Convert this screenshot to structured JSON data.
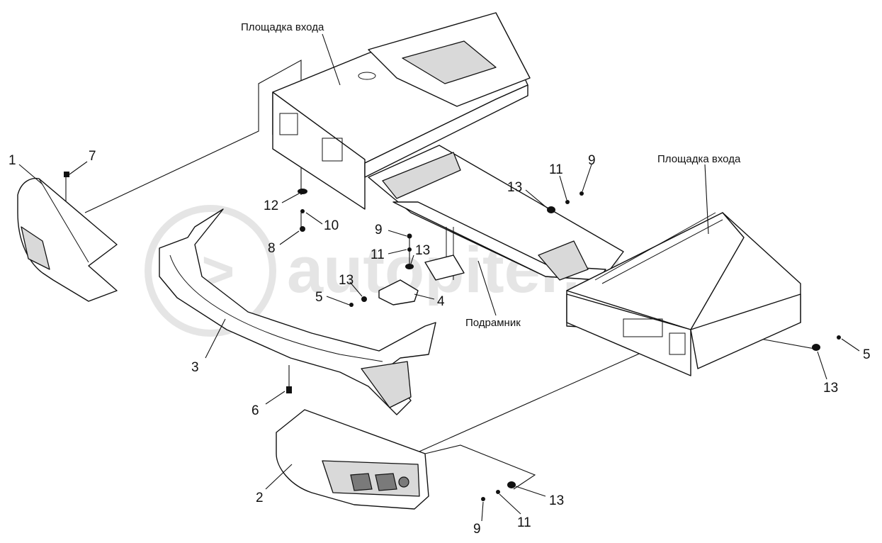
{
  "labels": {
    "platform_top": "Площадка входа",
    "platform_right": "Площадка входа",
    "subframe": "Подрамник"
  },
  "callouts": {
    "c1": "1",
    "c2": "2",
    "c3": "3",
    "c4": "4",
    "c5a": "5",
    "c5b": "5",
    "c6": "6",
    "c7": "7",
    "c8": "8",
    "c9a": "9",
    "c9b": "9",
    "c9c": "9",
    "c10": "10",
    "c11a": "11",
    "c11b": "11",
    "c11c": "11",
    "c12": "12",
    "c13a": "13",
    "c13b": "13",
    "c13c": "13",
    "c13d": "13",
    "c13e": "13"
  },
  "watermark": "autopiter.ru",
  "colors": {
    "line": "#111111",
    "watermark": "#cfcfcf"
  }
}
